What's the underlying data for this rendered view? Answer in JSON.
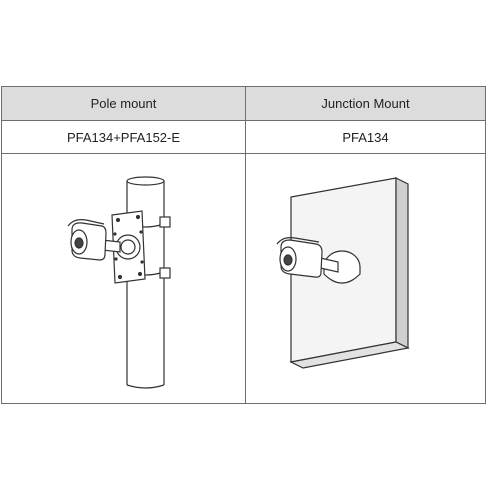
{
  "table": {
    "headers": [
      "Pole mount",
      "Junction Mount"
    ],
    "models": [
      "PFA134+PFA152-E",
      "PFA134"
    ]
  },
  "colors": {
    "header_bg": "#dcdcdc",
    "border": "#6e6e6e",
    "wall_face": "#f4f4f4",
    "wall_side": "#cfcfcf"
  },
  "icons": [
    "pole-mount-camera-illustration",
    "wall-junction-camera-illustration"
  ]
}
